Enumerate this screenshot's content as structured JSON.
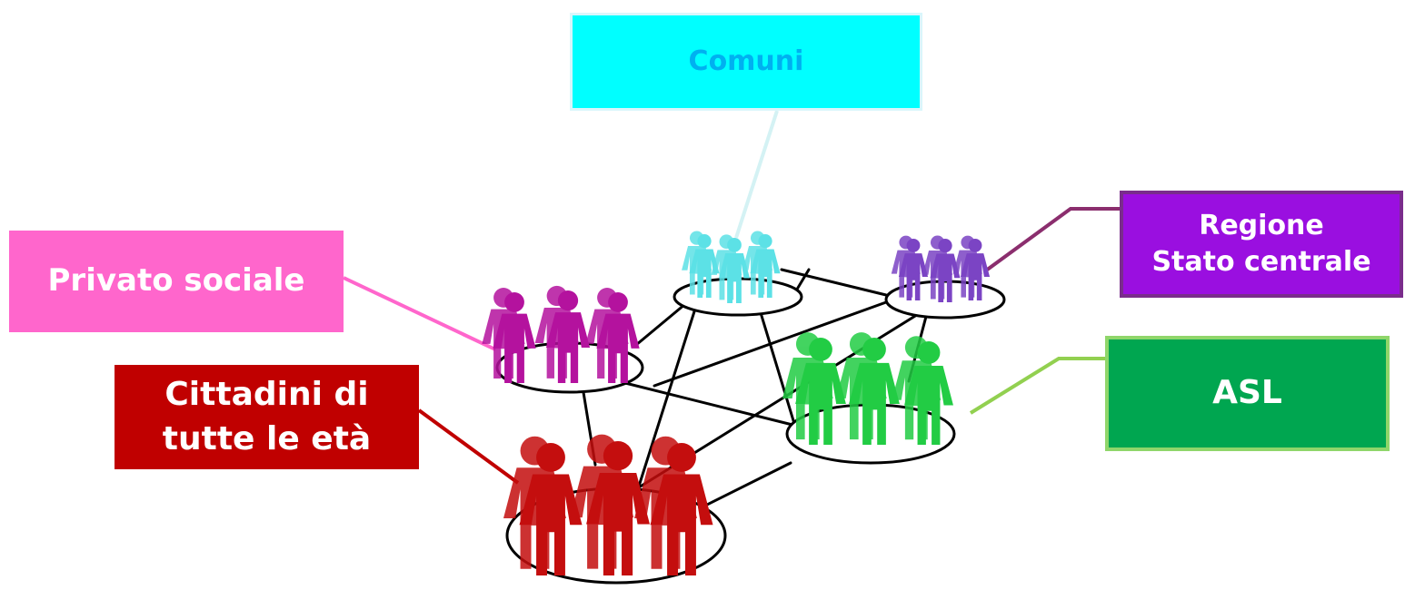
{
  "groups": {
    "comuni": {
      "label": "Comuni",
      "box_color": "#00ffff",
      "text_color": "#00b0f0",
      "figure_color": "#5ce1e6",
      "connector_color": "#d4f2f4"
    },
    "privato_sociale": {
      "label": "Privato sociale",
      "box_color": "#ff66cc",
      "text_color": "#ffffff",
      "figure_color": "#b4129e",
      "connector_color": "#ff66cc"
    },
    "regione": {
      "label": "Regione\nStato centrale",
      "box_color": "#9a0fe0",
      "text_color": "#ffffff",
      "figure_color": "#7b44c4",
      "connector_color": "#8b2e6e"
    },
    "asl": {
      "label": "ASL",
      "box_color": "#00a650",
      "text_color": "#ffffff",
      "figure_color": "#22cc44",
      "connector_color": "#92d050"
    },
    "cittadini": {
      "label": "Cittadini di\ntutte le età",
      "box_color": "#c00000",
      "text_color": "#ffffff",
      "figure_color": "#c40e0e",
      "connector_color": "#c00000"
    }
  },
  "link_color": "#000000",
  "ellipse_stroke": "#000000"
}
